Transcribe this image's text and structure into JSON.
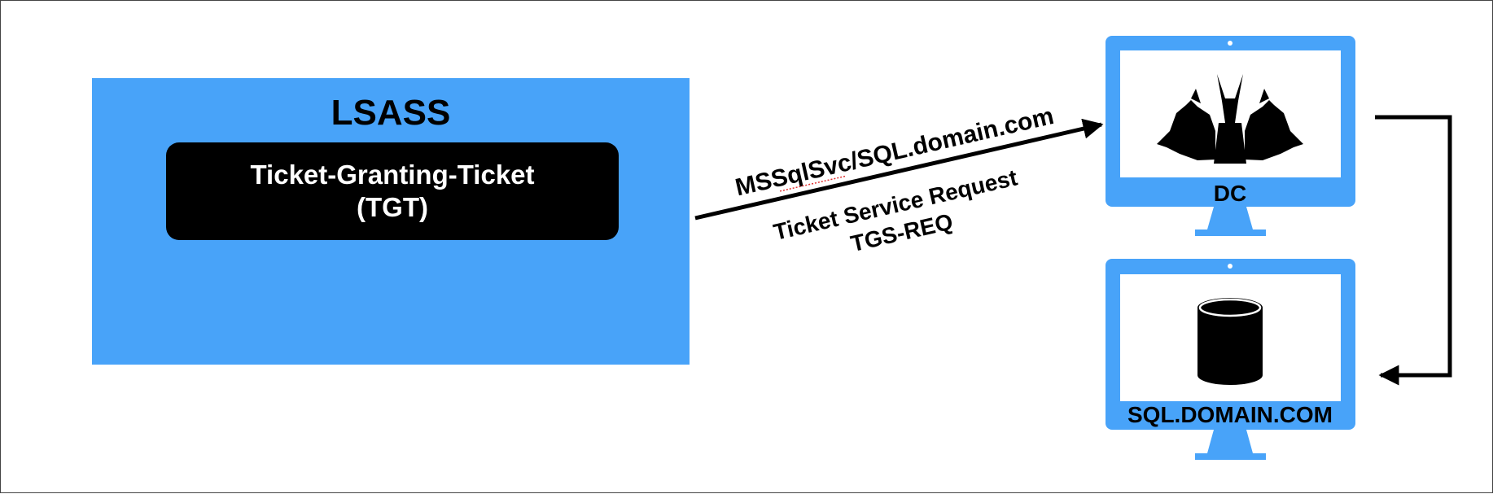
{
  "lsass": {
    "title": "LSASS",
    "ticket_line1": "Ticket-Granting-Ticket",
    "ticket_line2": "(TGT)"
  },
  "request": {
    "spn": "MSSqlSvc/SQL.domain.com",
    "line1": "Ticket Service Request",
    "line2": "TGS-REQ"
  },
  "dc": {
    "label": "DC",
    "icon": "cerberus-icon"
  },
  "sql": {
    "label": "SQL.DOMAIN.COM",
    "icon": "database-icon"
  },
  "colors": {
    "accent_blue": "#48a3f9",
    "black": "#000000"
  }
}
